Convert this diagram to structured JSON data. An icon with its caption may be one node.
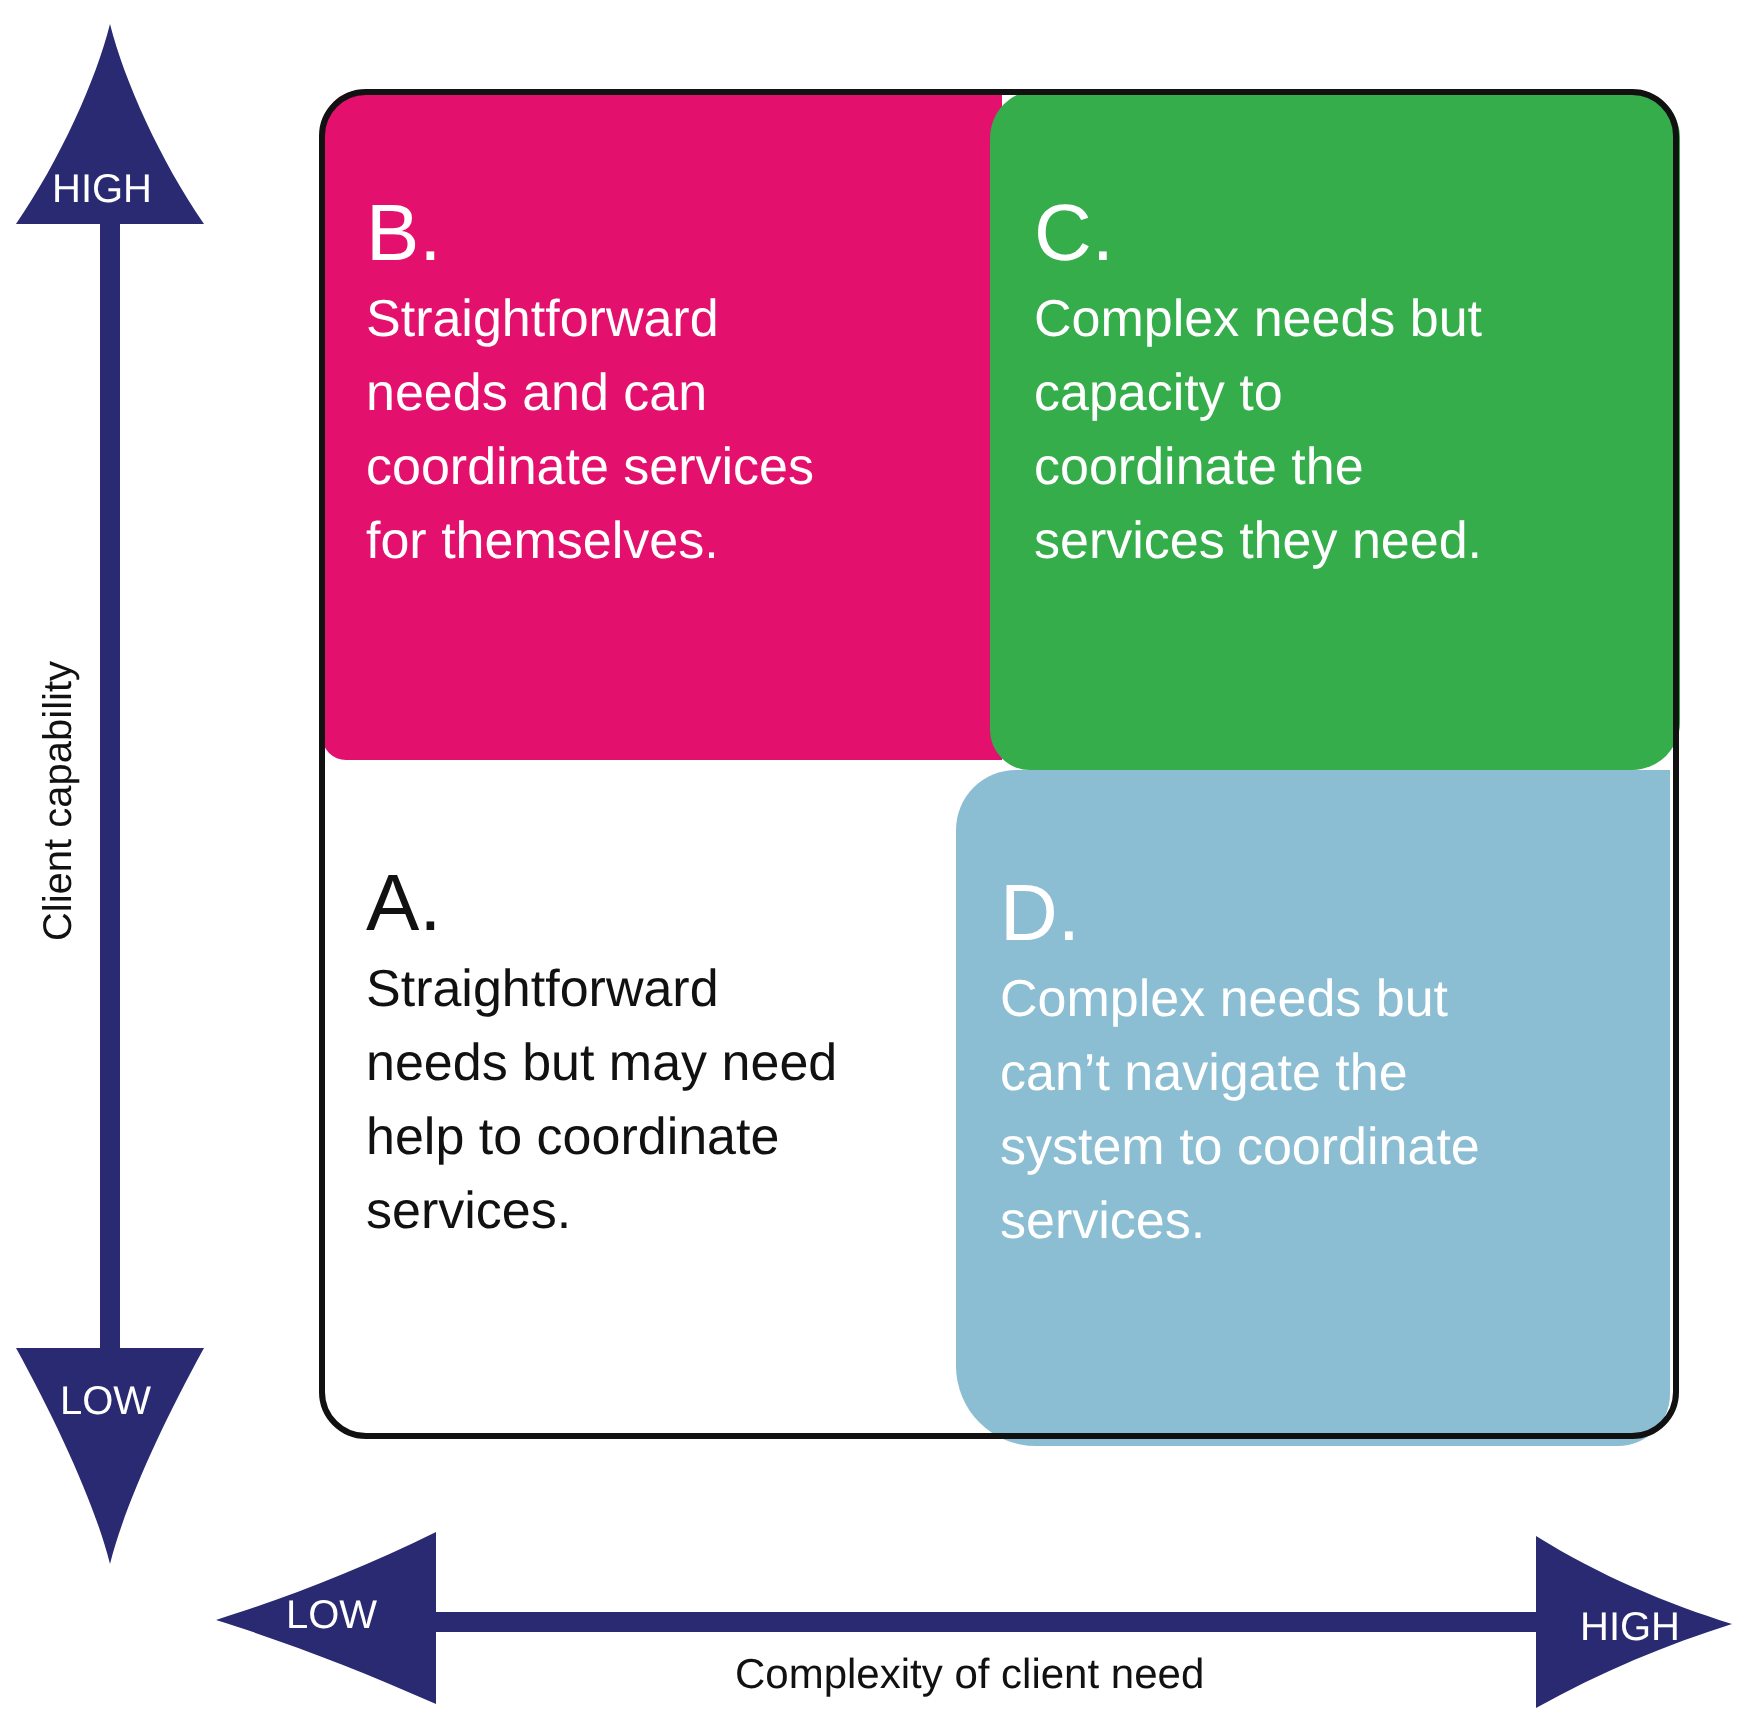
{
  "diagram": {
    "nodes": [
      {
        "text": [
          "B.",
          "Straightforward needs and can coordinate services for themselves."
        ]
      },
      {
        "text": [
          "C.",
          "Complex needs but capacity to coordinate the services they need."
        ]
      },
      {
        "text": [
          "A.",
          "Straightforward needs but may need help to coordinate services."
        ]
      },
      {
        "text": [
          "D.",
          "Complex needs but can’t navigate the system to coordinate services."
        ]
      }
    ],
    "edges": [],
    "labels": [
      "HIGH",
      "Client capability",
      "LOW",
      "LOW",
      "HIGH",
      "Complexity of client need"
    ]
  }
}
